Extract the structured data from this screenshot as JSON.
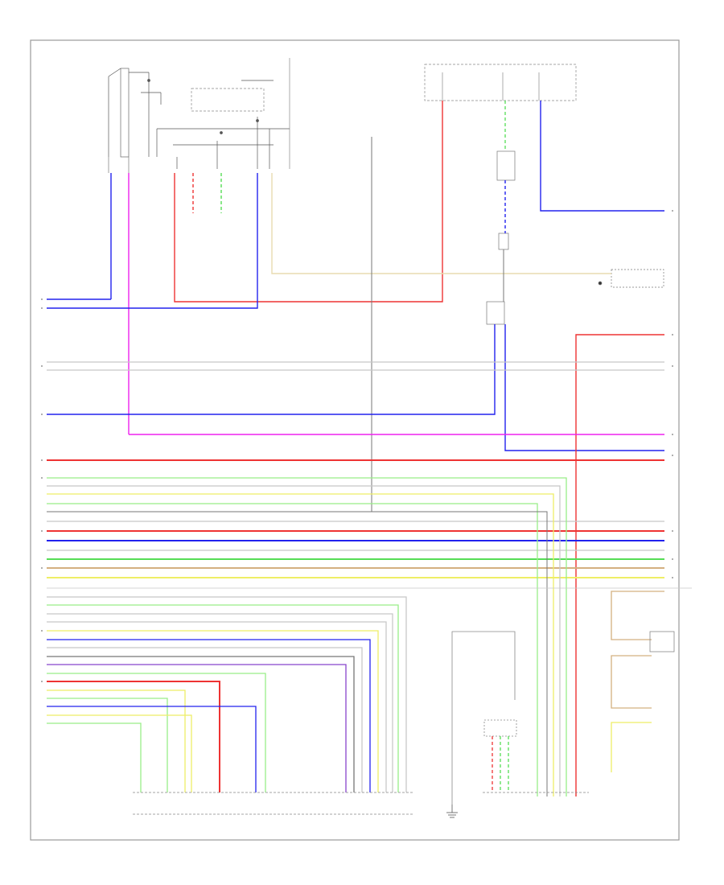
{
  "diagram": {
    "page_label": "",
    "colors": {
      "frame": "#9a9a9a",
      "blue": "#2222ee",
      "magenta": "#ee22ee",
      "red": "#ee3333",
      "green": "#55dd55",
      "light_green": "#99ee88",
      "yellow": "#eeee66",
      "cream": "#e8dcb0",
      "tan": "#d4b080",
      "gray": "#777777",
      "silver": "#c8c8c8",
      "violet": "#8844cc",
      "black": "#333333"
    },
    "components": [
      {
        "id": "transmission-control-switch",
        "label": "",
        "icon": "switch-symbol"
      },
      {
        "id": "transmission-revolution-sensor",
        "label": "",
        "icon": "sensor-symbol"
      },
      {
        "id": "ecm-top-right",
        "label": "",
        "icon": "module-box"
      },
      {
        "id": "stop-light-switch",
        "label": "",
        "icon": "switch-symbol"
      },
      {
        "id": "junction-connector",
        "label": "",
        "icon": "connector-symbol"
      },
      {
        "id": "transmission-control-ecu",
        "label": "",
        "icon": "module-box"
      },
      {
        "id": "combination-meter",
        "label": "",
        "icon": "module-box"
      },
      {
        "id": "ground",
        "label": "",
        "icon": "ground-symbol"
      }
    ]
  }
}
